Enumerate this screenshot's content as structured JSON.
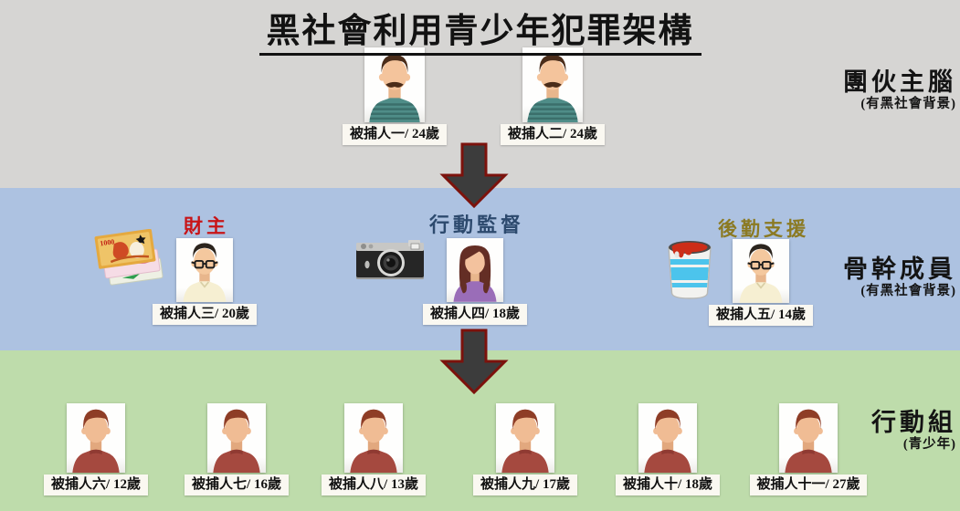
{
  "title": "黑社會利用青少年犯罪架構",
  "colors": {
    "band_top": "#d6d5d3",
    "band_mid": "#adc2e1",
    "band_bottom": "#bedcab",
    "arrow_fill": "#3c3c3c",
    "arrow_border": "#7c120c"
  },
  "tiers": [
    {
      "id": "leaders",
      "side_label": {
        "main": "團伙主腦",
        "sub": "(有黑社會背景)"
      },
      "members": [
        {
          "label": "被捕人一/ 24歲",
          "avatar": "man-mustache-striped-shirt"
        },
        {
          "label": "被捕人二/ 24歲",
          "avatar": "man-mustache-striped-shirt"
        }
      ]
    },
    {
      "id": "core",
      "side_label": {
        "main": "骨幹成員",
        "sub": "(有黑社會背景)"
      },
      "roles": [
        {
          "title": "財主",
          "color": "#c81417",
          "icon": "banknotes-icon",
          "member": {
            "label": "被捕人三/ 20歲",
            "avatar": "man-glasses"
          }
        },
        {
          "title": "行動監督",
          "color": "#2d4a6e",
          "icon": "camera-icon",
          "member": {
            "label": "被捕人四/ 18歲",
            "avatar": "woman-long-hair"
          }
        },
        {
          "title": "後勤支援",
          "color": "#8b7a23",
          "icon": "paint-bucket-icon",
          "member": {
            "label": "被捕人五/ 14歲",
            "avatar": "man-glasses"
          }
        }
      ]
    },
    {
      "id": "operations",
      "side_label": {
        "main": "行動組",
        "sub": "(青少年)"
      },
      "members": [
        {
          "label": "被捕人六/ 12歲",
          "avatar": "youth"
        },
        {
          "label": "被捕人七/ 16歲",
          "avatar": "youth"
        },
        {
          "label": "被捕人八/ 13歲",
          "avatar": "youth"
        },
        {
          "label": "被捕人九/ 17歲",
          "avatar": "youth"
        },
        {
          "label": "被捕人十/ 18歲",
          "avatar": "youth"
        },
        {
          "label": "被捕人十一/ 27歲",
          "avatar": "youth"
        }
      ]
    }
  ]
}
